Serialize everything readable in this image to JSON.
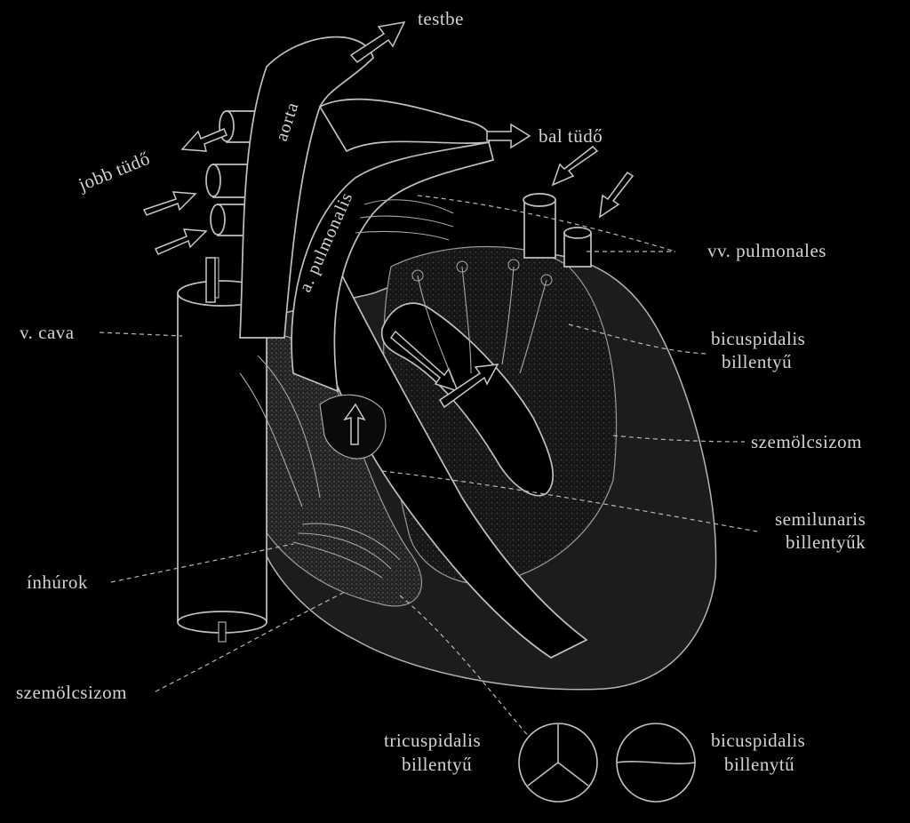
{
  "labels": {
    "testbe": "testbe",
    "aorta": "aorta",
    "jobb_tudo": "jobb tüdő",
    "bal_tudo": "bal tüdő",
    "a_pulmonalis": "a. pulmonalis",
    "vv_pulmonales": "vv. pulmonales",
    "v_cava": "v. cava",
    "bicuspidalis_line1": "bicuspidalis",
    "bicuspidalis_line2": "billentyű",
    "szemolcsizom_right": "szemölcsizom",
    "semilunaris_line1": "semilunaris",
    "semilunaris_line2": "billentyűk",
    "inhurok": "ínhúrok",
    "szemolcsizom_left": "szemölcsizom",
    "tricuspidalis_line1": "tricuspidalis",
    "tricuspidalis_line2": "billentyű",
    "bicuspidalis_bottom_line1": "bicuspidalis",
    "bicuspidalis_bottom_line2": "billenytű"
  }
}
